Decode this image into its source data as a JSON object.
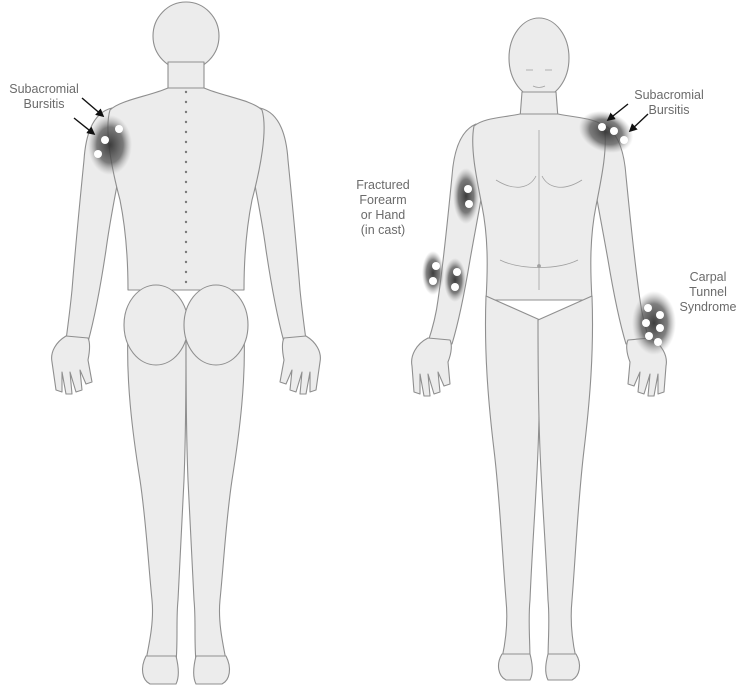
{
  "colors": {
    "body_fill": "#ececec",
    "body_stroke": "#8f8f8f",
    "hotspot": "#3a3a3a",
    "dot": "#ffffff",
    "label": "#6b6b6b",
    "arrow": "#111111"
  },
  "figures": [
    {
      "id": "back",
      "view": "posterior"
    },
    {
      "id": "front",
      "view": "anterior"
    }
  ],
  "labels": {
    "back_shoulder": [
      "Subacromial",
      "Bursitis"
    ],
    "front_shoulder": [
      "Subacromial",
      "Bursitis"
    ],
    "forearm": [
      "Fractured",
      "Forearm",
      "or Hand",
      "(in cast)"
    ],
    "wrist": [
      "Carpal",
      "Tunnel",
      "Syndrome"
    ]
  }
}
